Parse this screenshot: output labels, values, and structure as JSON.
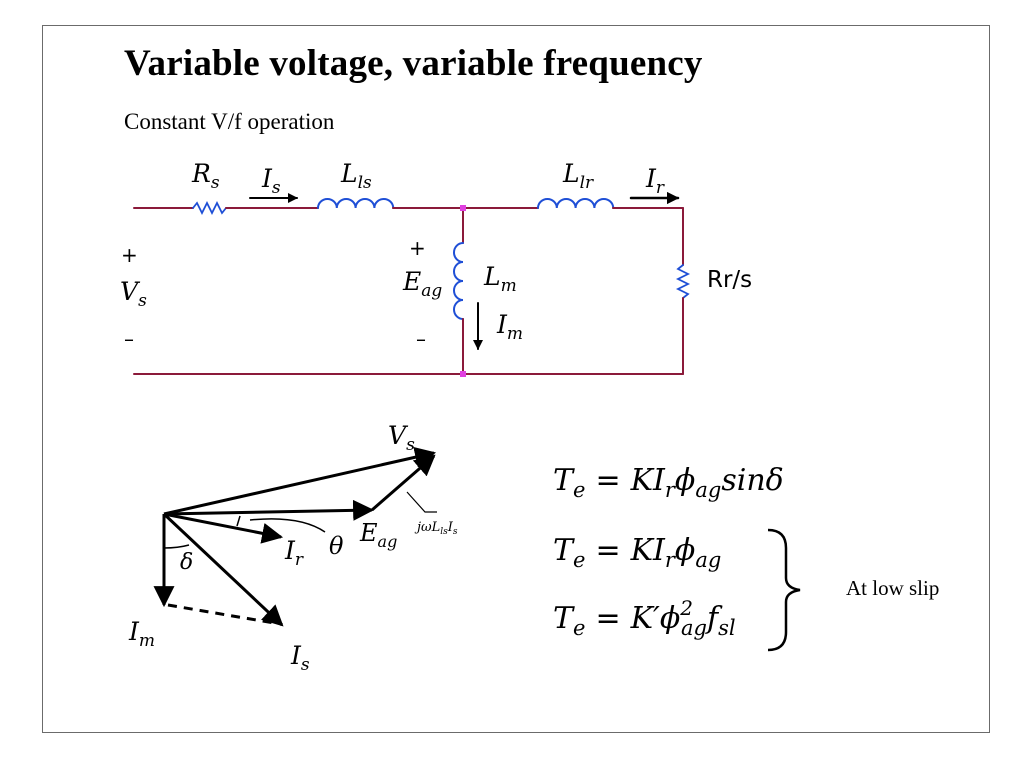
{
  "slide": {
    "title": "Variable voltage, variable frequency",
    "subtitle": "Constant V/f operation",
    "side_note": "At low slip"
  },
  "circuit": {
    "Rs": {
      "main": "R",
      "sub": "s"
    },
    "Is": {
      "main": "I",
      "sub": "s"
    },
    "Lls": {
      "main": "L",
      "sub": "ls"
    },
    "Llr": {
      "main": "L",
      "sub": "lr"
    },
    "Ir": {
      "main": "I",
      "sub": "r"
    },
    "Vs": {
      "main": "V",
      "sub": "s"
    },
    "Vs_plus": "+",
    "Vs_minus": "–",
    "Eag": {
      "main": "E",
      "sub": "ag"
    },
    "Eag_plus": "+",
    "Eag_minus": "–",
    "Lm": {
      "main": "L",
      "sub": "m"
    },
    "Im": {
      "main": "I",
      "sub": "m"
    },
    "Rr_label": "Rr/s"
  },
  "phasor": {
    "Vs": {
      "main": "V",
      "sub": "s"
    },
    "Eag": {
      "main": "E",
      "sub": "ag"
    },
    "Ir": {
      "main": "I",
      "sub": "r"
    },
    "Im": {
      "main": "I",
      "sub": "m"
    },
    "Is": {
      "main": "I",
      "sub": "s"
    },
    "delta": "δ",
    "theta": "θ",
    "drop": {
      "j": "jωL",
      "sub1": "ls",
      "I": "I",
      "sub2": "s"
    }
  },
  "equations": [
    {
      "lhs": "T",
      "lhs_sub": "e",
      "eq": "=",
      "K": "K",
      "I": "I",
      "I_sub": "r",
      "phi": "ϕ",
      "phi_sub": "ag",
      "tail": "sinδ"
    },
    {
      "lhs": "T",
      "lhs_sub": "e",
      "eq": "=",
      "K": "K",
      "I": "I",
      "I_sub": "r",
      "phi": "ϕ",
      "phi_sub": "ag"
    },
    {
      "lhs": "T",
      "lhs_sub": "e",
      "eq": "=",
      "K": "K′",
      "phi": "ϕ",
      "phi_sup": "2",
      "phi_sub": "ag",
      "f": "f",
      "f_sub": "sl"
    }
  ],
  "colors": {
    "wire": "#8b1a3a",
    "inductor": "#1f4fd6",
    "node": "#e040e0",
    "frame": "#6b6b6b"
  }
}
